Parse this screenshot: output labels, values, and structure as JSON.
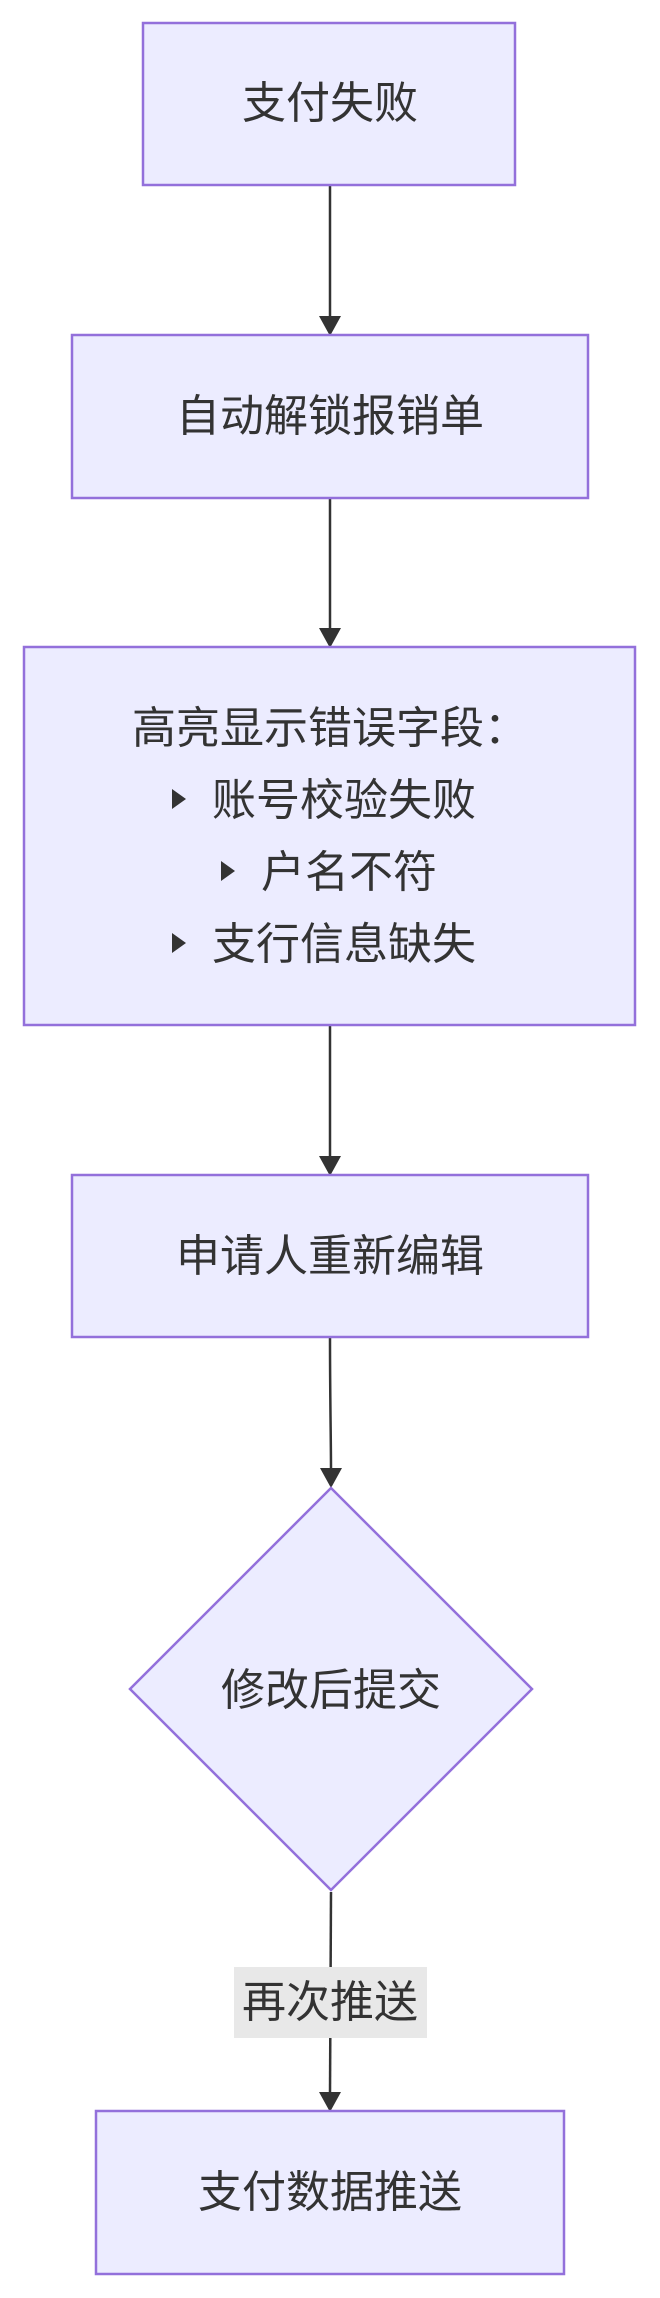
{
  "diagram": {
    "nodes": {
      "payment_failed": {
        "label": "支付失败"
      },
      "auto_unlock": {
        "label": "自动解锁报销单"
      },
      "highlight": {
        "title": "高亮显示错误字段：",
        "items": [
          "账号校验失败",
          "户名不符",
          "支行信息缺失"
        ]
      },
      "re_edit": {
        "label": "申请人重新编辑"
      },
      "resubmit": {
        "label": "修改后提交"
      },
      "push_payment": {
        "label": "支付数据推送"
      }
    },
    "edges": {
      "resubmit_to_push": {
        "label": "再次推送"
      }
    },
    "colors": {
      "node_fill": "#ececff",
      "node_stroke": "#9370db",
      "edge": "#333333",
      "label_bg": "#e8e8e8"
    }
  }
}
